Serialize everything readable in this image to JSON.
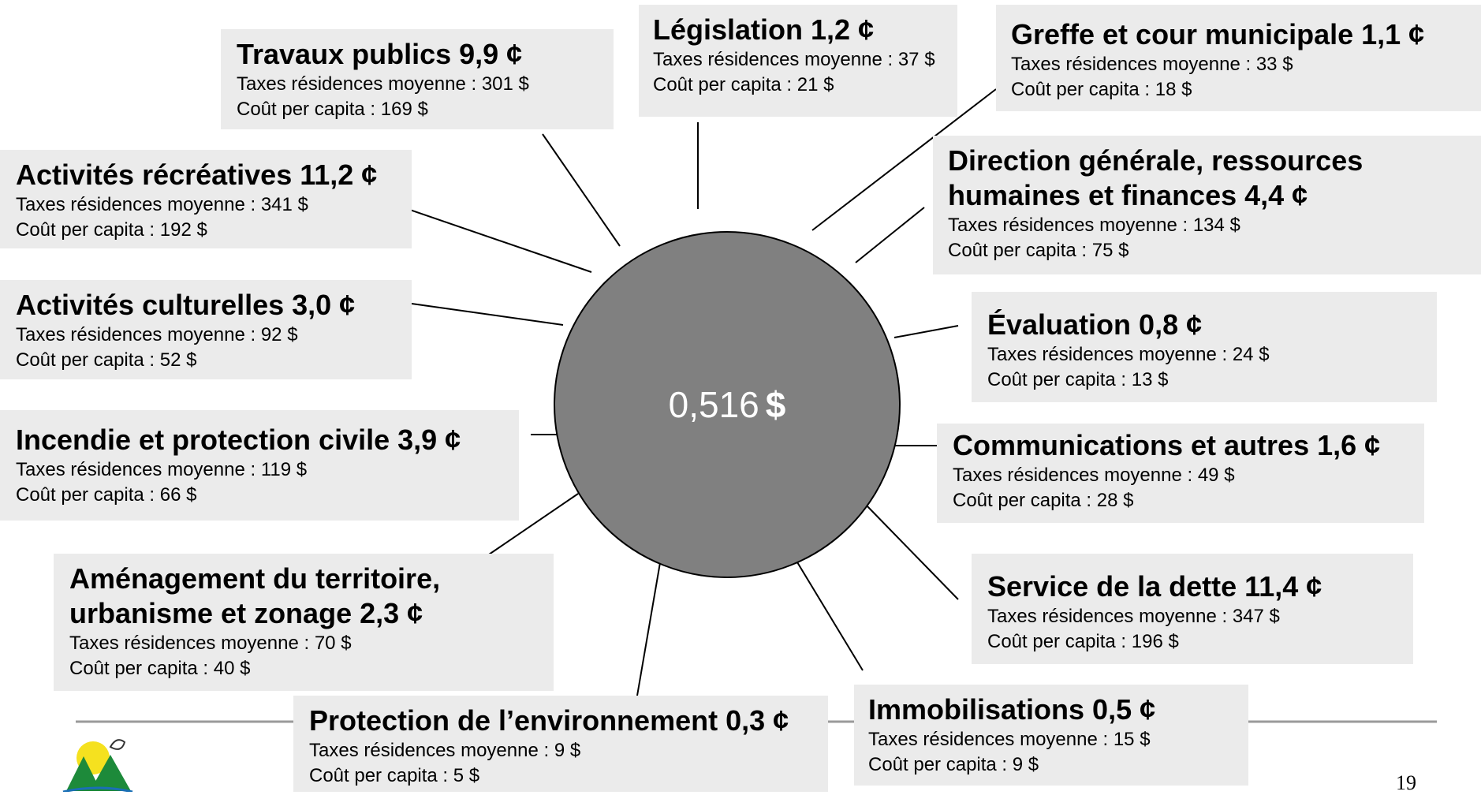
{
  "center": {
    "amount": "0,516",
    "currency": "$"
  },
  "page_number": "19",
  "categories": [
    {
      "title": "Travaux publics 9,9 ¢",
      "tax": "Taxes résidences moyenne : 301 $",
      "capita": "Coût per capita : 169 $"
    },
    {
      "title": "Législation 1,2 ¢",
      "tax": "Taxes résidences moyenne : 37 $",
      "capita": "Coût per capita : 21 $"
    },
    {
      "title": "Greffe et cour municipale 1,1 ¢",
      "tax": "Taxes résidences moyenne : 33 $",
      "capita": "Coût per capita : 18 $"
    },
    {
      "title": "Activités récréatives 11,2 ¢",
      "tax": "Taxes résidences moyenne : 341 $",
      "capita": "Coût per capita : 192 $"
    },
    {
      "title": "Direction générale, ressources humaines et finances 4,4 ¢",
      "tax": "Taxes résidences moyenne : 134 $",
      "capita": "Coût per capita : 75 $"
    },
    {
      "title": "Activités culturelles 3,0 ¢",
      "tax": "Taxes résidences moyenne : 92 $",
      "capita": "Coût per capita : 52 $"
    },
    {
      "title": "Évaluation 0,8 ¢",
      "tax": "Taxes résidences moyenne : 24 $",
      "capita": "Coût per capita : 13 $"
    },
    {
      "title": "Incendie et protection civile 3,9 ¢",
      "tax": "Taxes résidences moyenne : 119 $",
      "capita": "Coût per capita : 66 $"
    },
    {
      "title": "Communications et autres 1,6 ¢",
      "tax": "Taxes résidences moyenne : 49 $",
      "capita": "Coût per capita : 28 $"
    },
    {
      "title": "Aménagement du territoire, urbanisme et zonage 2,3 ¢",
      "tax": "Taxes résidences moyenne : 70 $",
      "capita": "Coût per capita : 40 $"
    },
    {
      "title": "Service de la dette 11,4 ¢",
      "tax": "Taxes résidences moyenne : 347 $",
      "capita": "Coût per capita : 196 $"
    },
    {
      "title": "Protection de l’environnement 0,3 ¢",
      "tax": "Taxes résidences moyenne : 9 $",
      "capita": "Coût per capita : 5 $"
    },
    {
      "title": "Immobilisations 0,5 ¢",
      "tax": "Taxes résidences moyenne : 15 $",
      "capita": "Coût per capita : 9 $"
    }
  ]
}
